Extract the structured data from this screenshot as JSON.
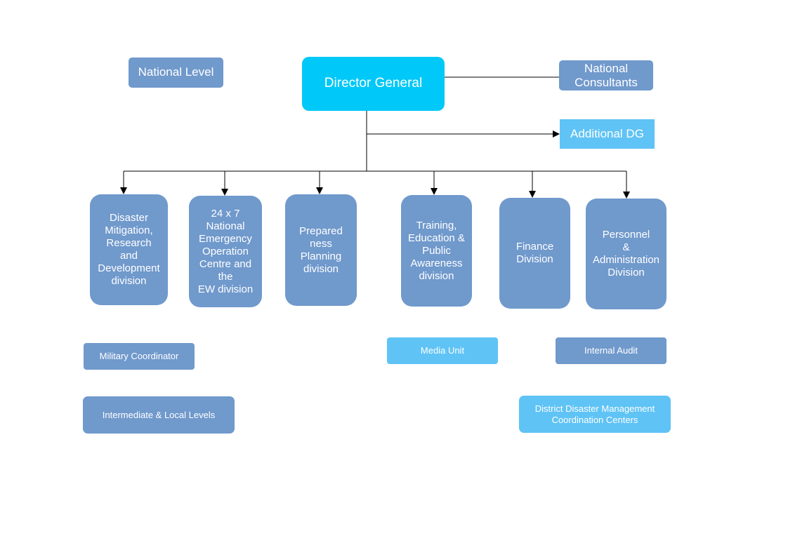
{
  "diagram": {
    "national_level": "National Level",
    "director_general": "Director General",
    "national_consultants": "National\nConsultants",
    "additional_dg": "Additional DG",
    "divisions": [
      "Disaster\nMitigation,\nResearch\nand\nDevelopment\ndivision",
      "24 x 7\nNational\nEmergency\nOperation\nCentre and\nthe\nEW division",
      "Prepared\nness\nPlanning\ndivision",
      "Training,\nEducation &\nPublic\nAwareness\ndivision",
      "Finance\nDivision",
      "Personnel\n&\nAdministration\nDivision"
    ],
    "military_coordinator": "Military Coordinator",
    "media_unit": "Media Unit",
    "internal_audit": "Internal Audit",
    "intermediate_local": "Intermediate & Local Levels",
    "district_centers": "District Disaster Management\nCoordination Centers"
  },
  "colors": {
    "box_blue": "#7099cc",
    "box_cyan": "#00c8f8",
    "box_light": "#5fc3f5",
    "line": "#000000"
  }
}
